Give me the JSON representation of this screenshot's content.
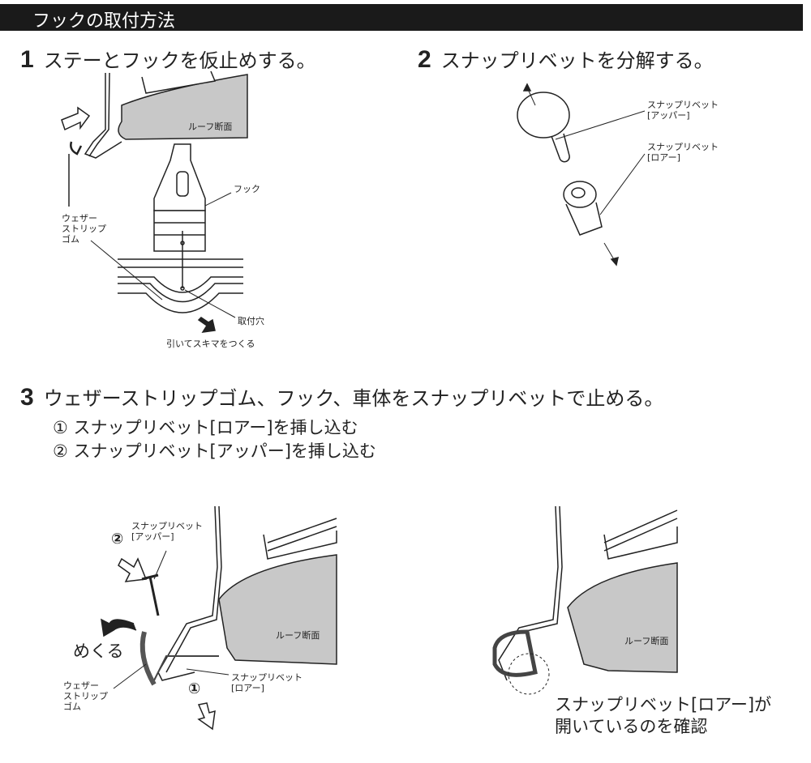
{
  "header": {
    "title": "フックの取付方法"
  },
  "steps": [
    {
      "number": "1",
      "text": "ステーとフックを仮止めする。"
    },
    {
      "number": "2",
      "text": "スナップリベットを分解する。"
    },
    {
      "number": "3",
      "text": "ウェザーストリップゴム、フック、車体をスナップリベットで止める。"
    }
  ],
  "step3_substeps": [
    "① スナップリベット[ロアー]を挿し込む",
    "② スナップリベット[アッパー]を挿し込む"
  ],
  "fig1": {
    "roof_section": "ルーフ断面",
    "hook": "フック",
    "weatherstrip": [
      "ウェザー",
      "ストリップ",
      "ゴム"
    ],
    "mount_hole": "取付穴",
    "pull_gap": "引いてスキマをつくる"
  },
  "fig2": {
    "upper": [
      "スナップリベット",
      "[アッパー]"
    ],
    "lower": [
      "スナップリベット",
      "[ロアー]"
    ]
  },
  "fig3": {
    "marker2": "②",
    "upper": [
      "スナップリベット",
      "[アッパー]"
    ],
    "peel": "めくる",
    "weatherstrip": [
      "ウェザー",
      "ストリップ",
      "ゴム"
    ],
    "marker1": "①",
    "lower": [
      "スナップリベット",
      "[ロアー]"
    ],
    "roof_section": "ルーフ断面"
  },
  "fig4": {
    "roof_section": "ルーフ断面",
    "confirm": [
      "スナップリベット[ロアー]が",
      "開いているのを確認"
    ]
  }
}
